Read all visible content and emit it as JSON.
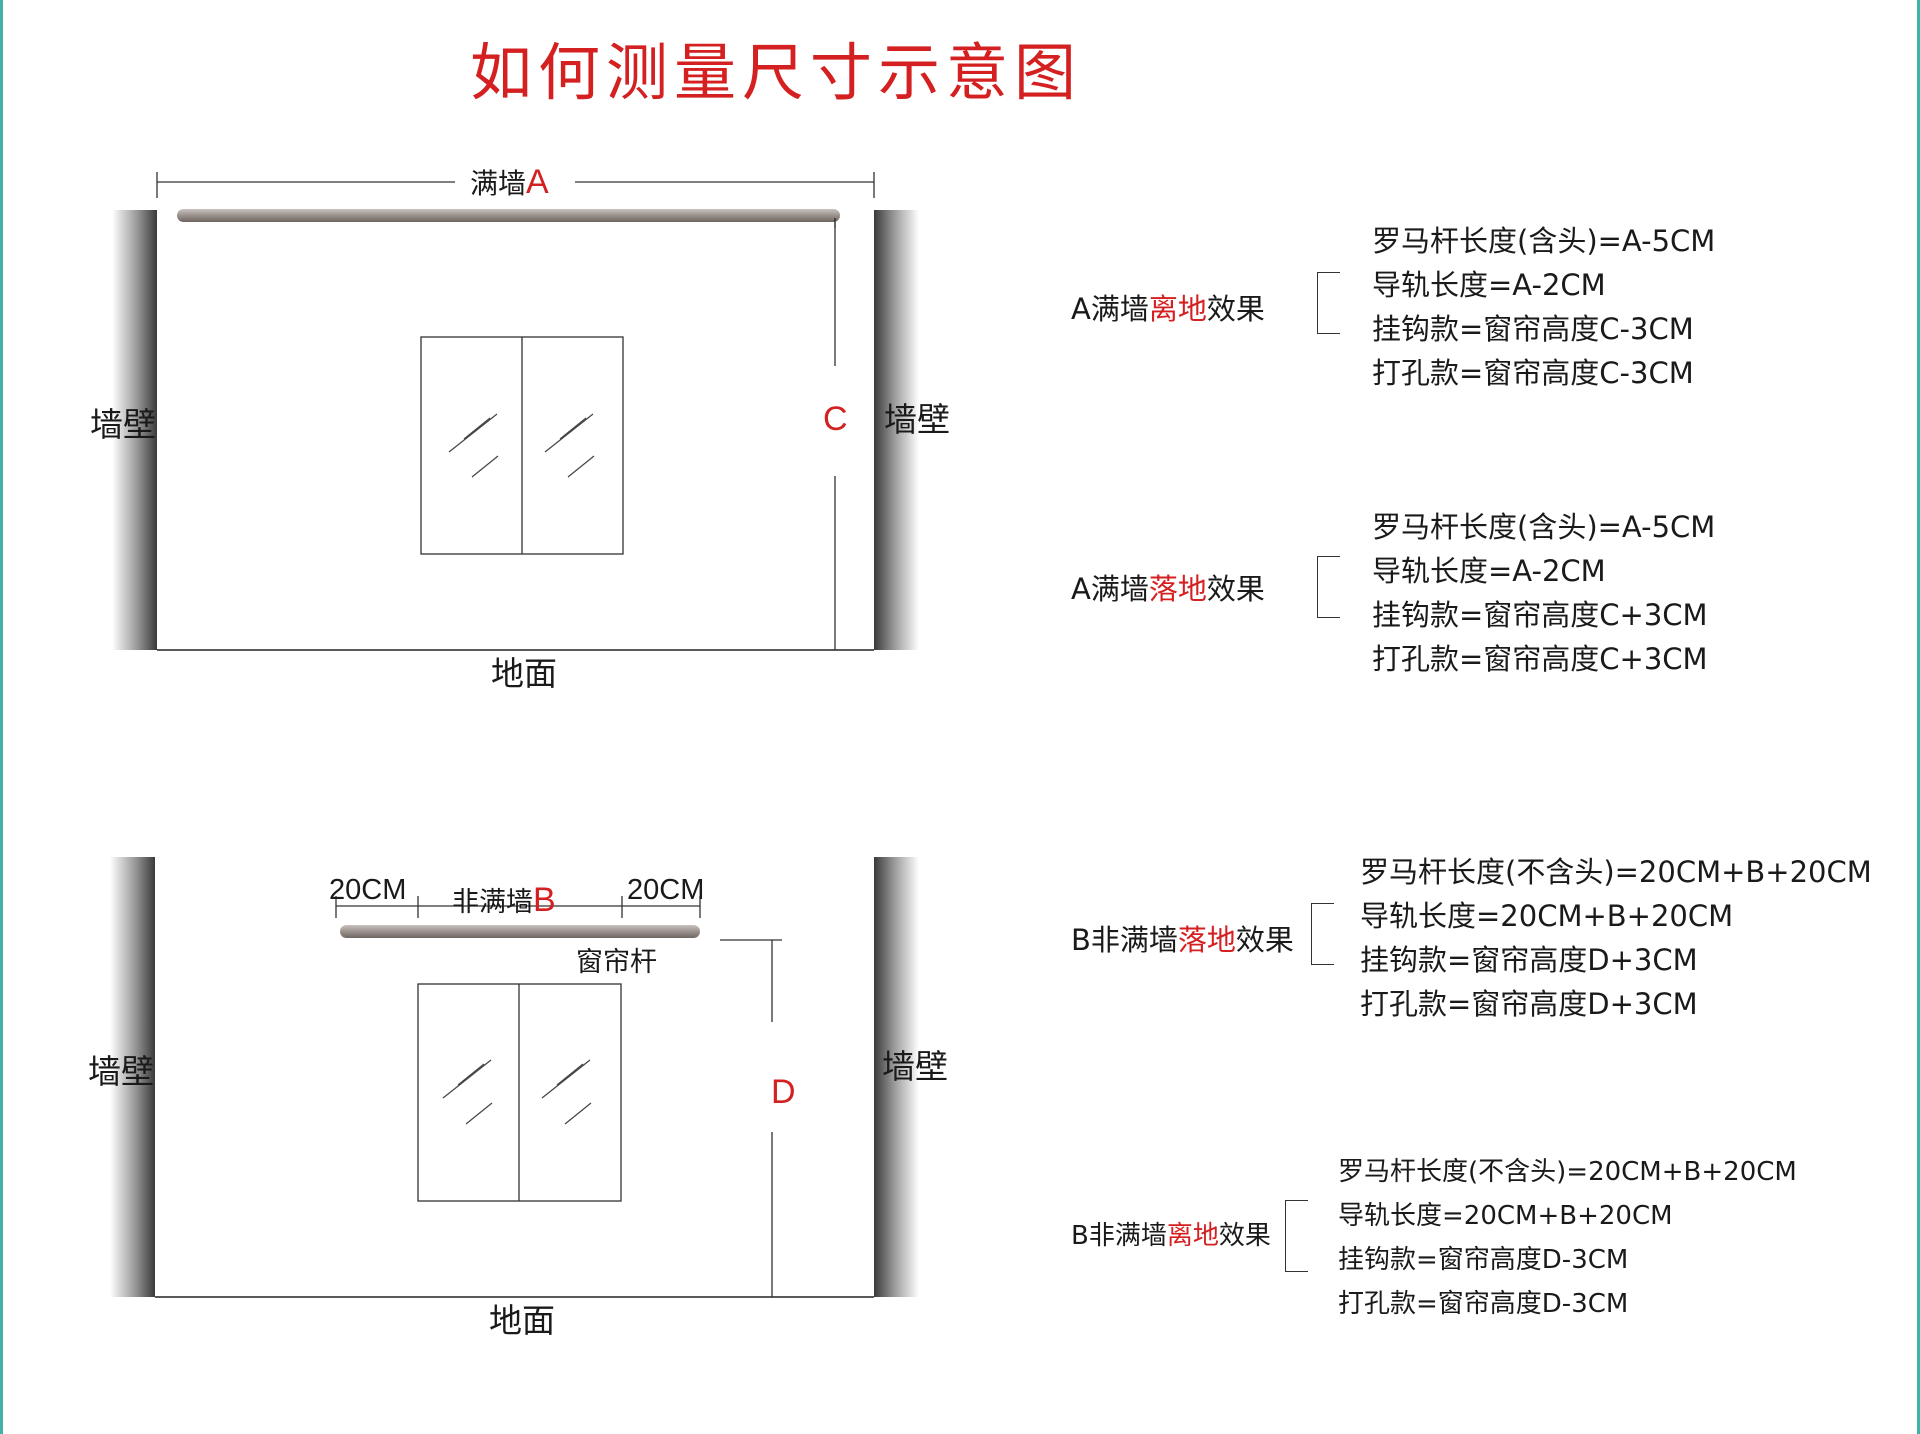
{
  "title": "如何测量尺寸示意图",
  "colors": {
    "accent_red": "#d42020",
    "frame_teal": "#3fb3a8",
    "rod": "#a09894",
    "text": "#1a1a1a"
  },
  "diagram_top": {
    "dim_label_prefix": "满墙",
    "dim_label_letter": "A",
    "height_letter": "C",
    "wall_left": "墙壁",
    "wall_right": "墙壁",
    "floor": "地面"
  },
  "diagram_bottom": {
    "margin_left": "20CM",
    "margin_right": "20CM",
    "dim_label_prefix": "非满墙",
    "dim_label_letter": "B",
    "rod_label": "窗帘杆",
    "height_letter": "D",
    "wall_left": "墙壁",
    "wall_right": "墙壁",
    "floor": "地面"
  },
  "groups": [
    {
      "label_prefix": "A满墙",
      "label_highlight": "离地",
      "label_suffix": "效果",
      "formulas": [
        "罗马杆长度(含头)=A-5CM",
        "导轨长度=A-2CM",
        "挂钩款=窗帘高度C-3CM",
        "打孔款=窗帘高度C-3CM"
      ]
    },
    {
      "label_prefix": "A满墙",
      "label_highlight": "落地",
      "label_suffix": "效果",
      "formulas": [
        "罗马杆长度(含头)=A-5CM",
        "导轨长度=A-2CM",
        "挂钩款=窗帘高度C+3CM",
        "打孔款=窗帘高度C+3CM"
      ]
    },
    {
      "label_prefix": "B非满墙",
      "label_highlight": "落地",
      "label_suffix": "效果",
      "formulas": [
        "罗马杆长度(不含头)=20CM+B+20CM",
        "导轨长度=20CM+B+20CM",
        "挂钩款=窗帘高度D+3CM",
        "打孔款=窗帘高度D+3CM"
      ]
    },
    {
      "label_prefix": "B非满墙",
      "label_highlight": "离地",
      "label_suffix": "效果",
      "formulas": [
        "罗马杆长度(不含头)=20CM+B+20CM",
        "导轨长度=20CM+B+20CM",
        "挂钩款=窗帘高度D-3CM",
        "打孔款=窗帘高度D-3CM"
      ]
    }
  ]
}
